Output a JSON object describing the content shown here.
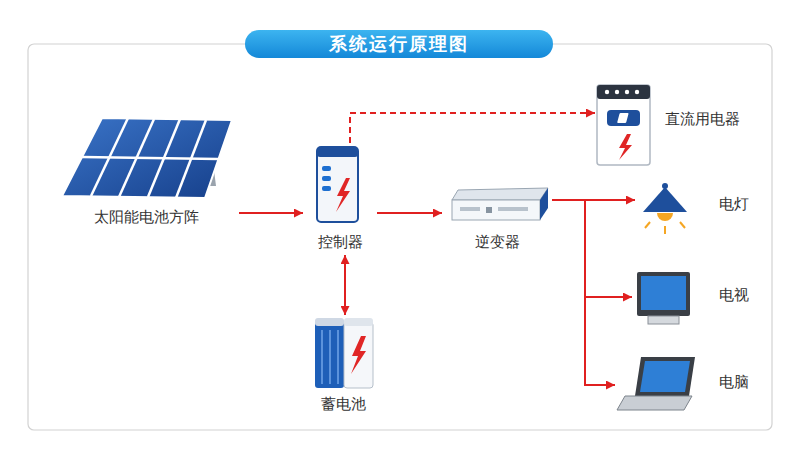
{
  "diagram": {
    "title": "系统运行原理图",
    "nodes": [
      {
        "text": [
          "太阳能电池方阵"
        ]
      },
      {
        "text": [
          "控制器"
        ]
      },
      {
        "text": [
          "逆变器"
        ]
      },
      {
        "text": [
          "直流用电器"
        ]
      },
      {
        "text": [
          "电灯"
        ]
      },
      {
        "text": [
          "电视"
        ]
      },
      {
        "text": [
          "电脑"
        ]
      },
      {
        "text": [
          "蓄电池"
        ]
      }
    ],
    "edges": [
      {
        "from": 0,
        "to": 1,
        "arrow": "to"
      },
      {
        "from": 1,
        "to": 3,
        "arrow": "to"
      },
      {
        "from": 1,
        "to": 2,
        "arrow": "to"
      },
      {
        "from": 1,
        "to": 7,
        "arrow": "both"
      },
      {
        "from": 2,
        "to": 4,
        "arrow": "to"
      },
      {
        "from": 2,
        "to": 5,
        "arrow": "to"
      },
      {
        "from": 2,
        "to": 6,
        "arrow": "to"
      }
    ]
  }
}
